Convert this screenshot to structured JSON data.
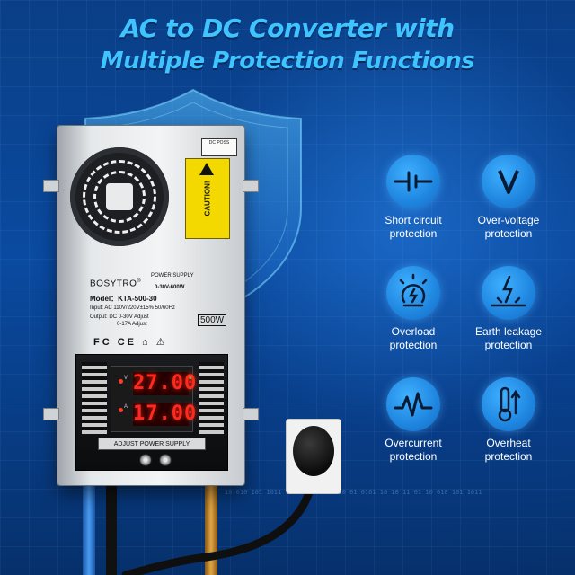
{
  "headline": {
    "line1": "AC to DC Converter with",
    "line2": "Multiple Protection Functions"
  },
  "device": {
    "brand": "BOSYTRO",
    "trademark": "®",
    "power_supply": "POWER SUPPLY",
    "range": "0-30V-600W",
    "model": "Model：KTA-500-30",
    "input": "Input: AC 110V/220V±15%  50/60Hz",
    "output_label": "Output:",
    "output_v": "DC 0-30V Adjust",
    "output_a": "0-17A Adjust",
    "wattage": "500W",
    "cert_marks": "FC CE ⌂ ⚠",
    "caution": "CAUTION!",
    "dc_port": "DC POSS",
    "display_voltage": "27.00",
    "display_current": "17.00",
    "led_top_label": "V",
    "led_bottom_label": "A",
    "adjust_label": "ADJUST POWER SUPPLY"
  },
  "binary_text": "10 010 101 1011 10 10 01 1011 10 01 0101 10 10 11 01 10 010 101 1011",
  "features": [
    {
      "icon": "short-circuit-icon",
      "line1": "Short circuit",
      "line2": "protection"
    },
    {
      "icon": "over-voltage-icon",
      "line1": "Over-voltage",
      "line2": "protection"
    },
    {
      "icon": "overload-icon",
      "line1": "Overload",
      "line2": "protection"
    },
    {
      "icon": "earth-leakage-icon",
      "line1": "Earth leakage",
      "line2": "protection"
    },
    {
      "icon": "overcurrent-icon",
      "line1": "Overcurrent",
      "line2": "protection"
    },
    {
      "icon": "overheat-icon",
      "line1": "Overheat",
      "line2": "protection"
    }
  ],
  "colors": {
    "headline": "#3fc4ff",
    "background": "#0a4aa0",
    "icon_circle": "#1f86e0",
    "display_led": "#ff2a1f"
  }
}
